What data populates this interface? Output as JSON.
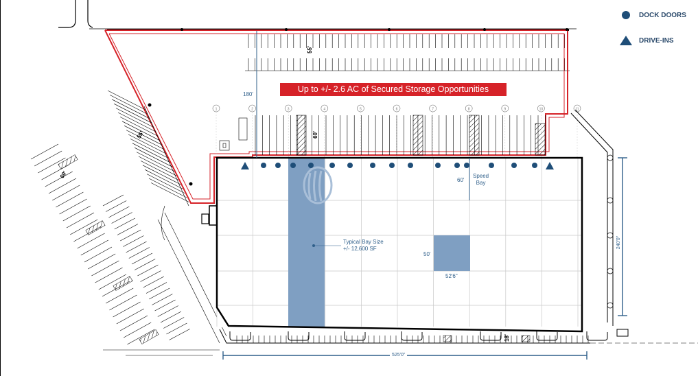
{
  "legend": {
    "dock_doors": "DOCK DOORS",
    "drive_ins": "DRIVE-INS",
    "colors": {
      "marker": "#1f4e78",
      "secured_area": "#d62228",
      "bay_fill": "#7f9fc2"
    },
    "icons": {
      "dock_doors": "circle-icon",
      "drive_ins": "triangle-icon"
    }
  },
  "banner": {
    "text": "Up to +/- 2.6 AC of Secured Storage Opportunities"
  },
  "dimensions": {
    "parking_depth": "55'",
    "parking_depth_left": "55'",
    "truck_court": "60'",
    "truck_court_left": "60'",
    "court_depth": "180'",
    "building_depth": "240'0\"",
    "building_width": "525'0\"",
    "speed_bay_depth": "60'",
    "bay_height": "50'",
    "bay_width": "52'6\"",
    "bottom_dim": "18'"
  },
  "annotations": {
    "speed_bay": "Speed\nBay",
    "typical_bay_line1": "Typical Bay Size",
    "typical_bay_line2": "+/- 12,600 SF"
  },
  "column_grid": [
    "1",
    "2",
    "3",
    "4",
    "5",
    "6",
    "7",
    "8",
    "9",
    "10",
    "11"
  ]
}
